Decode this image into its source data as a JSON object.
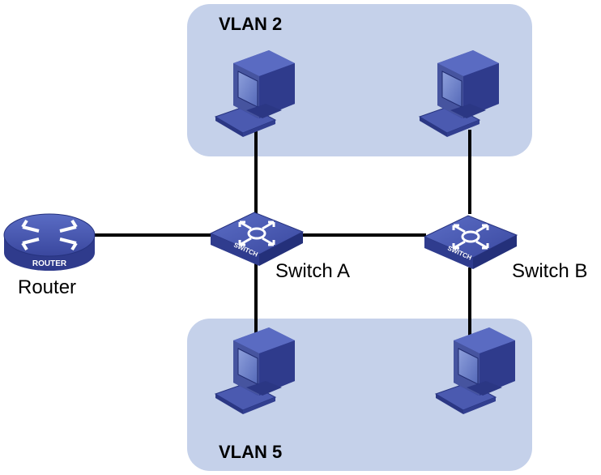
{
  "vlans": [
    {
      "label": "VLAN 2"
    },
    {
      "label": "VLAN 5"
    }
  ],
  "devices": {
    "router": {
      "label": "Router",
      "icon_text": "ROUTER",
      "icon": "router-icon"
    },
    "switch_a": {
      "label": "Switch A",
      "icon_text": "SWITCH",
      "icon": "switch-icon"
    },
    "switch_b": {
      "label": "Switch B",
      "icon_text": "SWITCH",
      "icon": "switch-icon"
    }
  },
  "hosts": [
    {
      "icon": "pc-icon"
    },
    {
      "icon": "pc-icon"
    },
    {
      "icon": "pc-icon"
    },
    {
      "icon": "pc-icon"
    }
  ],
  "colors": {
    "vlan_fill": "#c5d1ea",
    "device_blue": "#3e4ca6",
    "device_dark": "#26337f",
    "screen": "#6f84c9",
    "link": "#000000"
  }
}
